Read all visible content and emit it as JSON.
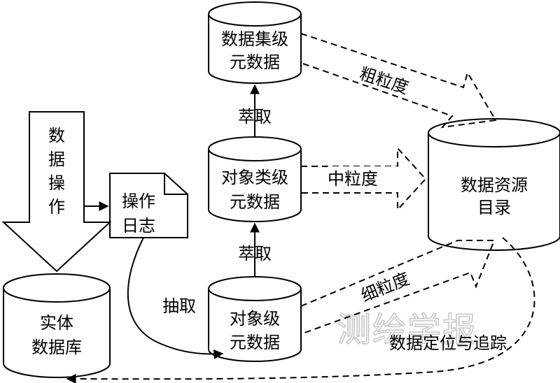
{
  "nodes": {
    "dataset_meta": [
      "数据集级",
      "元数据"
    ],
    "class_meta": [
      "对象类级",
      "元数据"
    ],
    "object_meta": [
      "对象级",
      "元数据"
    ],
    "catalog": [
      "数据资源",
      "目录"
    ],
    "entity_db": [
      "实体",
      "数据库"
    ],
    "op_log": [
      "操作",
      "日志"
    ],
    "data_op": [
      "数",
      "据",
      "操",
      "作"
    ]
  },
  "edges": {
    "refine_upper": "萃取",
    "refine_lower": "萃取",
    "extract": "抽取",
    "coarse": "粗粒度",
    "medium": "中粒度",
    "fine": "细粒度",
    "trace": "数据定位与追踪"
  },
  "watermark": "测绘学报"
}
